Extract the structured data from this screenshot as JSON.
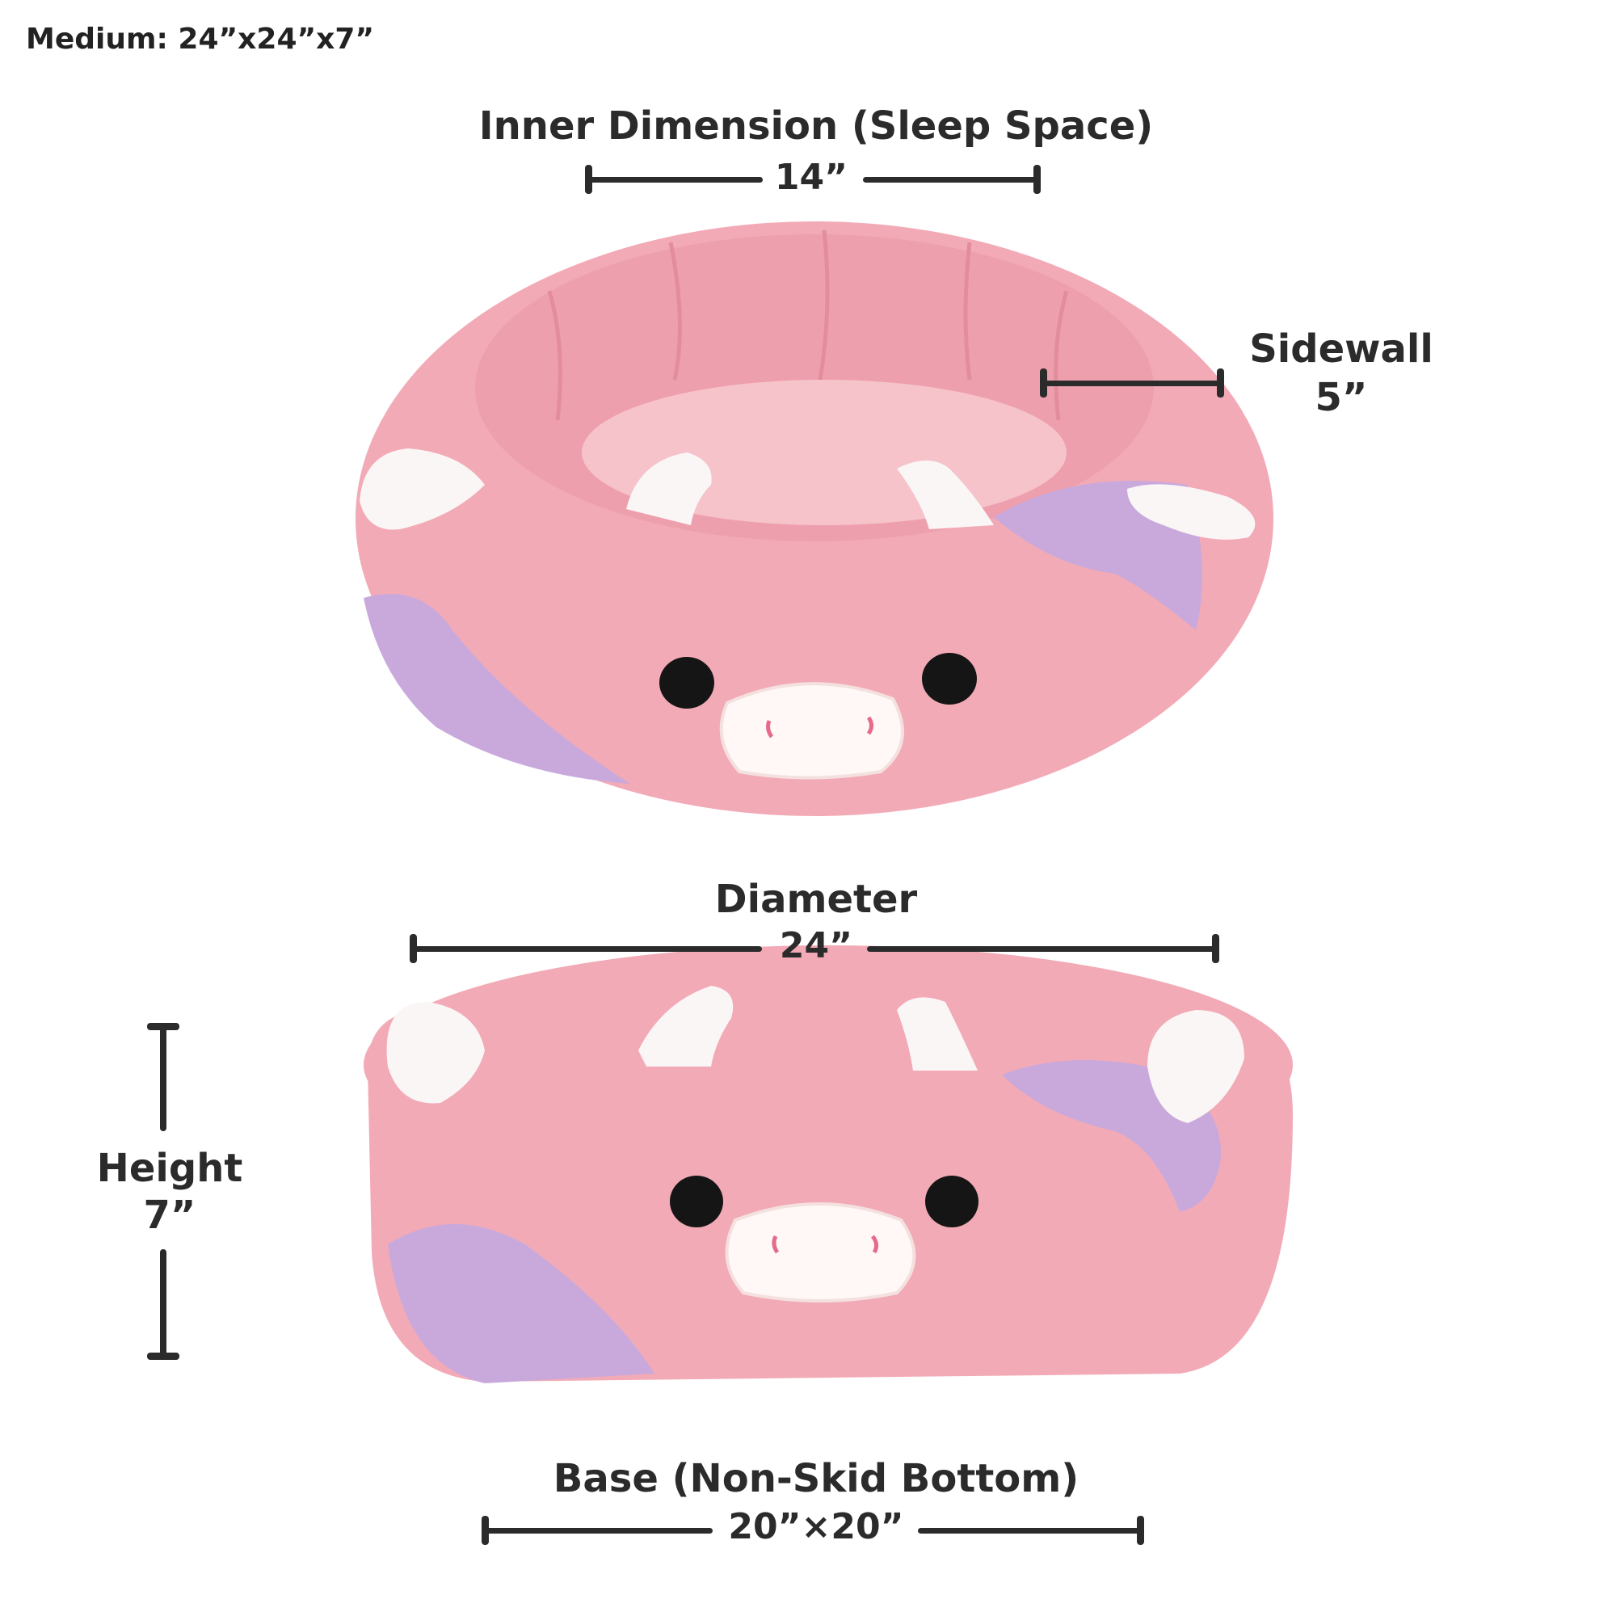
{
  "header": {
    "size_label": "Medium: 24”x24”x7”"
  },
  "dimensions": {
    "inner": {
      "title": "Inner Dimension (Sleep Space)",
      "value": "14”"
    },
    "sidewall": {
      "title": "Sidewall",
      "value": "5”"
    },
    "diameter": {
      "title": "Diameter",
      "value": "24”"
    },
    "height": {
      "title": "Height",
      "value": "7”"
    },
    "base": {
      "title": "Base (Non-Skid Bottom)",
      "value": "20”×20”"
    }
  },
  "colors": {
    "bed_pink": "#f2aab6",
    "bed_pink_dark": "#e8929f",
    "bed_inner": "#f6c3cb",
    "spot_lavender": "#c9a9dc",
    "horn_white": "#fbf6f6",
    "snout_white": "#fff8f7",
    "nostril_pink": "#e66a8a",
    "eye_black": "#151515",
    "dimension_ink": "#2b2b2b"
  },
  "product": {
    "name": "cow-pet-bed",
    "views": [
      "top-view",
      "front-view"
    ]
  }
}
